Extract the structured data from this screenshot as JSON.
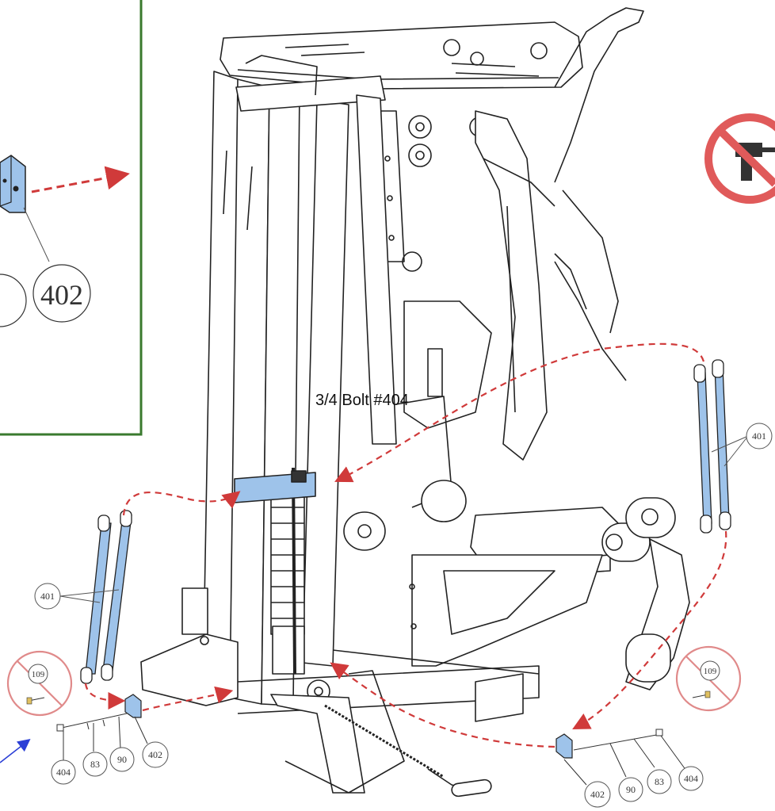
{
  "inset": {
    "caption": "3/4 Bolt #404",
    "big_callout": "402",
    "border_color": "#3a7a2e"
  },
  "callouts": {
    "c401_left": "401",
    "c401_right": "401",
    "c109_left": "109",
    "c109_right": "109",
    "c404_left": "404",
    "c83_left": "83",
    "c90_left": "90",
    "c402_left": "402",
    "c402_right": "402",
    "c90_right": "90",
    "c83_right": "83",
    "c404_right": "404"
  },
  "colors": {
    "line": "#222222",
    "highlight": "#9ec3ea",
    "arrow": "#d03a3a",
    "prohibit": "#e05a5a",
    "pointer": "#2b3fd6"
  },
  "icons": [
    "no-power-drill-icon",
    "prohibited-109-icon"
  ]
}
